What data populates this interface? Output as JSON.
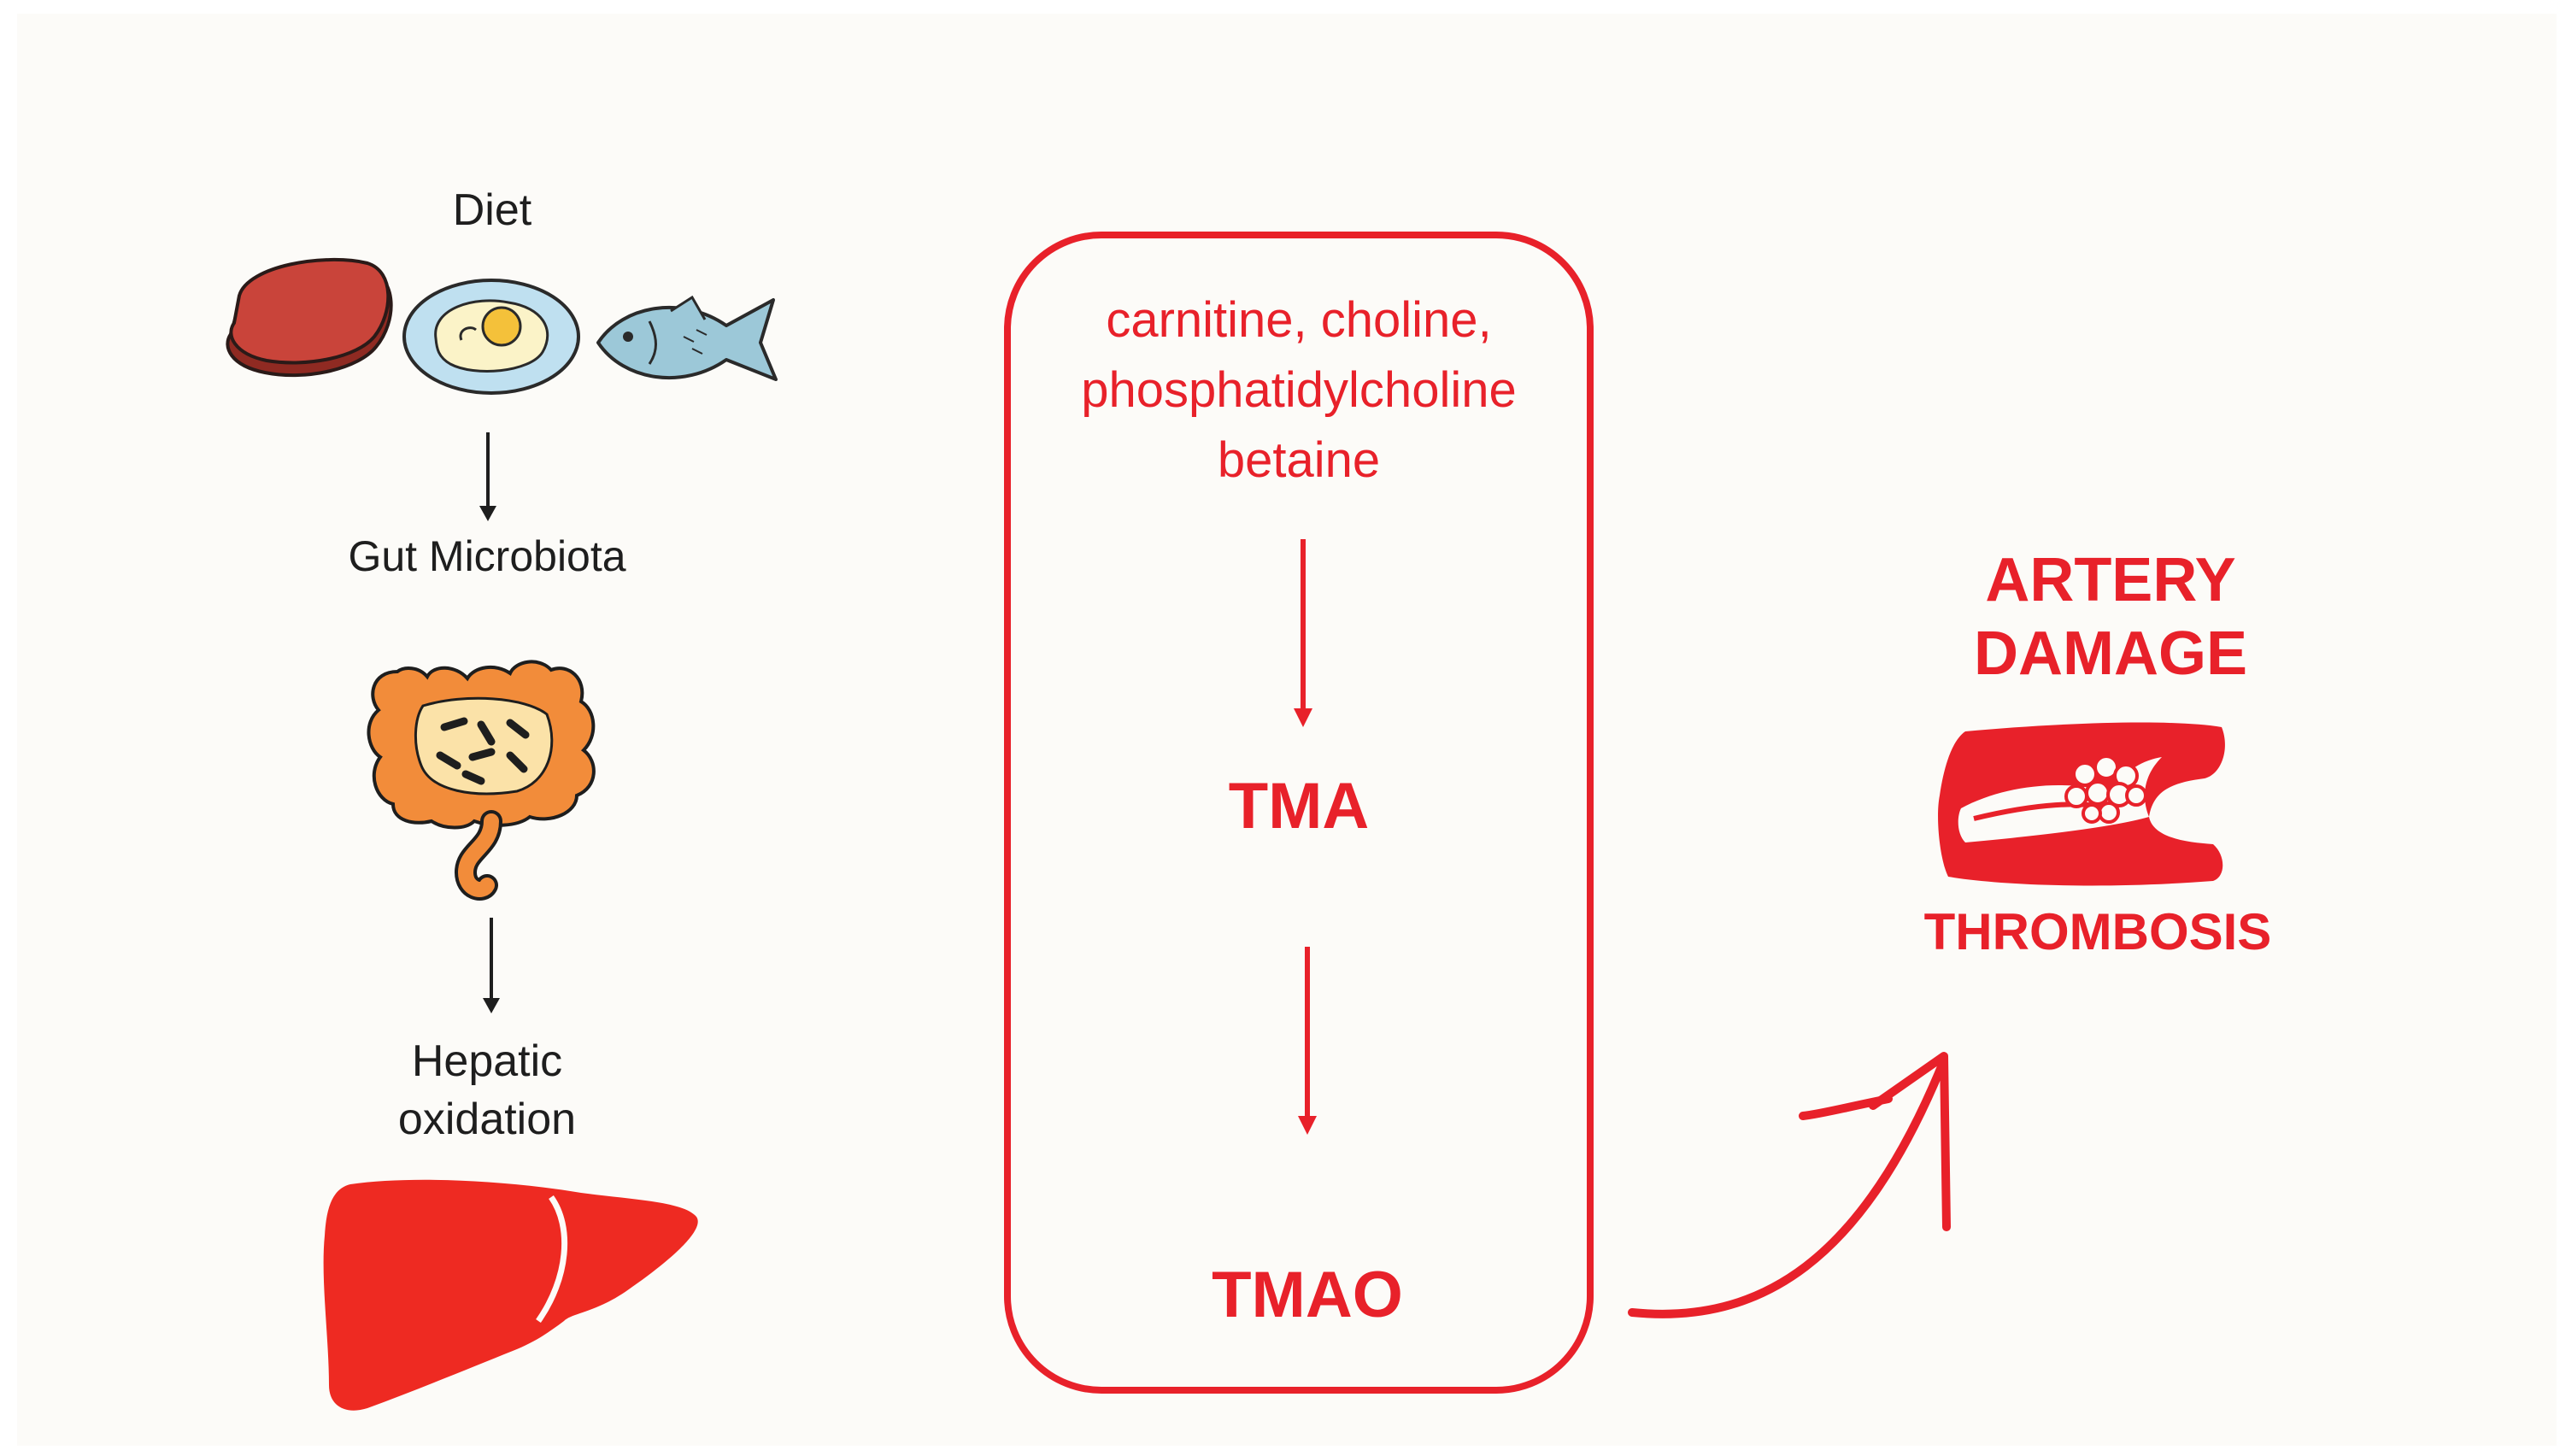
{
  "left_column": {
    "diet_label": "Diet",
    "diet_icons": [
      "steak-icon",
      "fried-egg-icon",
      "fish-icon"
    ],
    "microbiota_label": "Gut Microbiota",
    "intestine_icon": "intestine-bacteria-icon",
    "hepatic_line1": "Hepatic",
    "hepatic_line2": "oxidation",
    "liver_icon": "liver-icon"
  },
  "pathway_box": {
    "precursor_line1": "carnitine, choline,",
    "precursor_line2": "phosphatidylcholine",
    "precursor_line3": "betaine",
    "intermediate": "TMA",
    "product": "TMAO"
  },
  "outcome": {
    "title_line1": "ARTERY",
    "title_line2": "DAMAGE",
    "artery_icon": "artery-thrombus-icon",
    "label": "THROMBOSIS"
  },
  "colors": {
    "accent_red": "#e8212a",
    "text_dark": "#1e1e1e",
    "meat": "#c9443a",
    "egg_plate": "#bfe0f0",
    "fish": "#9cc8d8",
    "intestine": "#f28c3a",
    "liver": "#ee2a22"
  }
}
